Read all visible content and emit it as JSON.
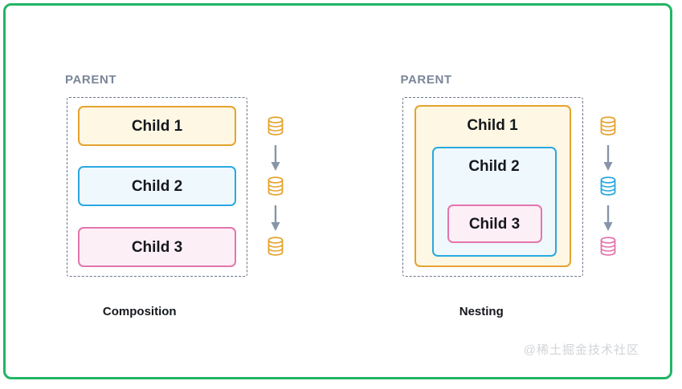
{
  "frame": {
    "border_color": "#22b565",
    "background": "#ffffff"
  },
  "panels": [
    {
      "id": "composition",
      "parent_label": "PARENT",
      "caption": "Composition",
      "layout": "siblings",
      "children": [
        {
          "label": "Child 1",
          "color": "orange",
          "border": "#e5a32e",
          "fill": "#fdf7e3"
        },
        {
          "label": "Child 2",
          "color": "blue",
          "border": "#29a8e0",
          "fill": "#eff8fd"
        },
        {
          "label": "Child 3",
          "color": "pink",
          "border": "#e375ad",
          "fill": "#fdeff6"
        }
      ],
      "icons": [
        {
          "name": "database-icon",
          "color": "#e5a32e"
        },
        {
          "name": "database-icon",
          "color": "#e5a32e"
        },
        {
          "name": "database-icon",
          "color": "#e5a32e"
        }
      ],
      "arrows": [
        {
          "name": "arrow-down-icon",
          "color": "#8795a8"
        },
        {
          "name": "arrow-down-icon",
          "color": "#8795a8"
        }
      ]
    },
    {
      "id": "nesting",
      "parent_label": "PARENT",
      "caption": "Nesting",
      "layout": "nested",
      "children": [
        {
          "label": "Child 1",
          "color": "orange",
          "border": "#e5a32e",
          "fill": "#fdf7e3"
        },
        {
          "label": "Child 2",
          "color": "blue",
          "border": "#29a8e0",
          "fill": "#eff8fd"
        },
        {
          "label": "Child 3",
          "color": "pink",
          "border": "#e375ad",
          "fill": "#fdeff6"
        }
      ],
      "icons": [
        {
          "name": "database-icon",
          "color": "#e5a32e"
        },
        {
          "name": "database-icon",
          "color": "#29a8e0"
        },
        {
          "name": "database-icon",
          "color": "#e375ad"
        }
      ],
      "arrows": [
        {
          "name": "arrow-down-icon",
          "color": "#8795a8"
        },
        {
          "name": "arrow-down-icon",
          "color": "#8795a8"
        }
      ]
    }
  ],
  "watermark": "@稀土掘金技术社区"
}
